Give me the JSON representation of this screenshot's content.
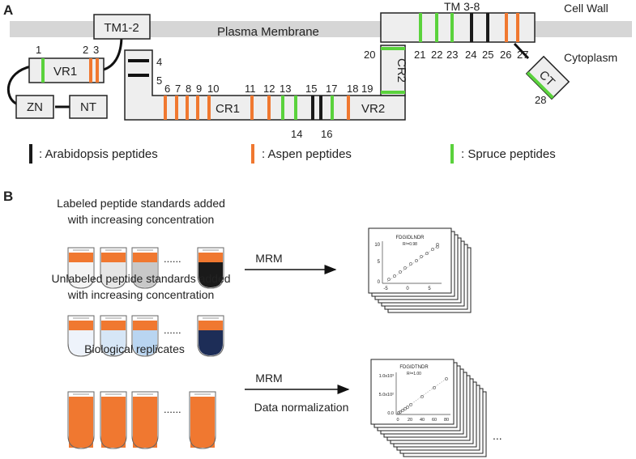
{
  "panel_a": {
    "label": "A",
    "region_labels": {
      "cell_wall": "Cell Wall",
      "plasma_membrane": "Plasma Membrane",
      "cytoplasm": "Cytoplasm"
    },
    "domains": {
      "tm12": "TM1-2",
      "tm38": "TM 3-8",
      "vr1": "VR1",
      "zn": "ZN",
      "nt": "NT",
      "cr1": "CR1",
      "vr2": "VR2",
      "cr2": "CR2",
      "ct": "CT"
    },
    "peptide_numbers": [
      "1",
      "2",
      "3",
      "4",
      "5",
      "6",
      "7",
      "8",
      "9",
      "10",
      "11",
      "12",
      "13",
      "14",
      "15",
      "16",
      "17",
      "18",
      "19",
      "20",
      "21",
      "22",
      "23",
      "24",
      "25",
      "26",
      "27",
      "28"
    ],
    "legend": {
      "arabidopsis": ": Arabidopsis peptides",
      "aspen": ": Aspen peptides",
      "spruce": ": Spruce peptides"
    },
    "colors": {
      "arabidopsis": "#1a1a1a",
      "aspen": "#f07830",
      "spruce": "#5ad23c",
      "membrane": "#d6d6d6",
      "domain_fill": "#eeeeee"
    }
  },
  "panel_b": {
    "label": "B",
    "labeled_standards": [
      "Labeled peptide standards added",
      "with increasing concentration"
    ],
    "unlabeled_standards": [
      "Unlabeled peptide standards added",
      "with increasing concentration"
    ],
    "biological_replicates": "Biological replicates",
    "ellipsis": "......",
    "arrow1": "MRM",
    "arrow2": "MRM",
    "arrow2_sub": "Data normalization",
    "plot1": {
      "title": "FDGIDLNDR",
      "r2": "R²=0.98",
      "y_ticks": [
        "10",
        "5",
        "0"
      ],
      "x_ticks": [
        "-5",
        "0",
        "5"
      ]
    },
    "plot2": {
      "title": "FDGIDTNDR",
      "r2": "R²=1.00",
      "y_ticks": [
        "1.0x10³",
        "5.0x10²",
        "0.0"
      ],
      "x_ticks": [
        "0",
        "20",
        "40",
        "60",
        "80"
      ]
    },
    "stack_ellipsis": "..."
  }
}
